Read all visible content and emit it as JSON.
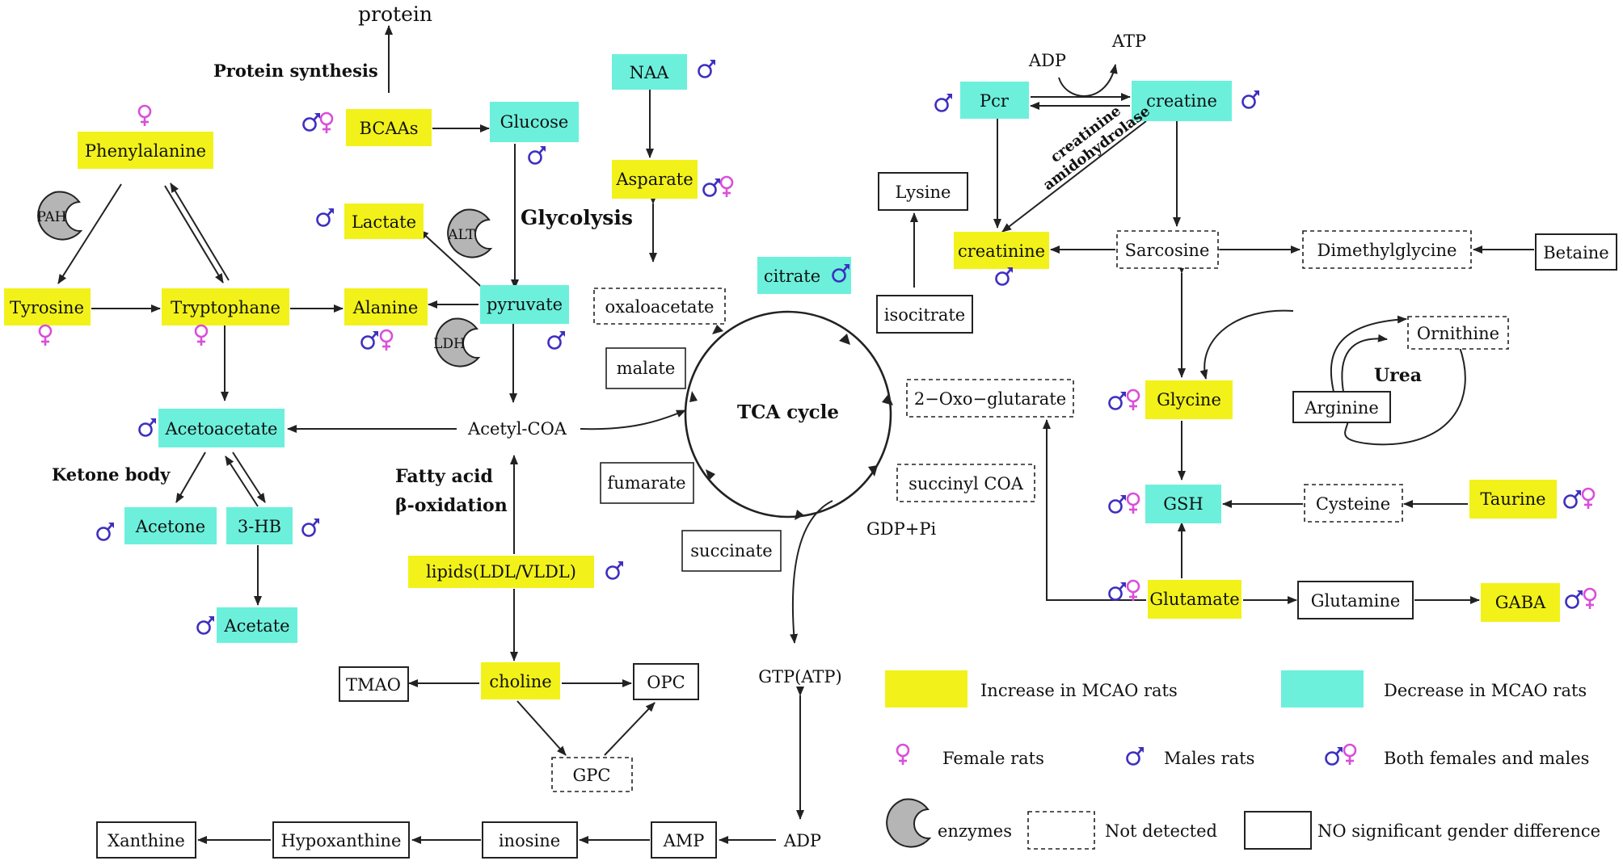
{
  "colors": {
    "increase": "#f2f21a",
    "decrease": "#6cf0dc",
    "female": "#d94fd9",
    "male": "#3d2fbf",
    "enzyme": "#b5b5b5",
    "line": "#222222"
  },
  "nodes": {
    "protein": "protein",
    "bcaas": "BCAAs",
    "glucose": "Glucose",
    "naa": "NAA",
    "asparate": "Asparate",
    "phenylalanine": "Phenylalanine",
    "lactate": "Lactate",
    "tyrosine": "Tyrosine",
    "tryptophane": "Tryptophane",
    "alanine": "Alanine",
    "pyruvate": "pyruvate",
    "oxaloacetate": "oxaloacetate",
    "citrate": "citrate",
    "malate": "malate",
    "acetoacetate": "Acetoacetate",
    "acetyl_coa": "Acetyl-COA",
    "acetone": "Acetone",
    "hb3": "3-HB",
    "acetate": "Acetate",
    "fumarate": "fumarate",
    "succinate": "succinate",
    "lipids": "lipids(LDL/VLDL)",
    "tmao": "TMAO",
    "choline": "choline",
    "opc": "OPC",
    "gpc": "GPC",
    "xanthine": "Xanthine",
    "hypoxanthine": "Hypoxanthine",
    "inosine": "inosine",
    "amp": "AMP",
    "adp_bottom": "ADP",
    "gtp": "GTP(ATP)",
    "gdp_pi": "GDP+Pi",
    "tca": "TCA  cycle",
    "isocitrate": "isocitrate",
    "oxoglutarate": "2−Oxo−glutarate",
    "succinyl_coa": "succinyl COA",
    "lysine": "Lysine",
    "pcr": "Pcr",
    "creatine": "creatine",
    "adp_top": "ADP",
    "atp_top": "ATP",
    "creatinine": "creatinine",
    "sarcosine": "Sarcosine",
    "dimethylglycine": "Dimethylglycine",
    "betaine": "Betaine",
    "ornithine": "Ornithine",
    "urea": "Urea",
    "arginine": "Arginine",
    "glycine": "Glycine",
    "gsh": "GSH",
    "cysteine": "Cysteine",
    "taurine": "Taurine",
    "glutamate": "Glutamate",
    "glutamine": "Glutamine",
    "gaba": "GABA"
  },
  "labels": {
    "protein_synthesis": "Protein synthesis",
    "glycolysis": "Glycolysis",
    "ketone_body": "Ketone body",
    "fatty_acid_1": "Fatty acid",
    "fatty_acid_2": "β-oxidation",
    "creatinine_1": "creatinine",
    "creatinine_2": "amidohydrolase"
  },
  "enzymes": {
    "pah": "PAH",
    "alt": "ALT",
    "ldh": "LDH"
  },
  "legend": {
    "increase": "Increase in MCAO rats",
    "decrease": "Decrease in MCAO rats",
    "female": "Female rats",
    "male": "Males rats",
    "both": "Both females and males",
    "enzymes": "enzymes",
    "not_detected": "Not detected",
    "no_diff": "NO significant gender difference"
  }
}
